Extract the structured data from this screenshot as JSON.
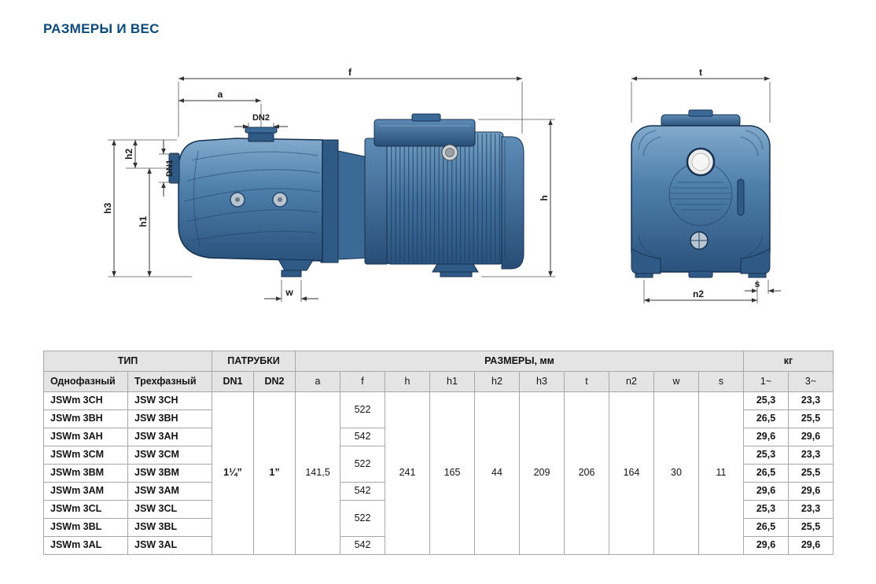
{
  "page": {
    "title": "РАЗМЕРЫ И ВЕС"
  },
  "diagram": {
    "labels": {
      "f": "f",
      "a": "a",
      "dn2": "DN2",
      "dn1": "DN1",
      "h2": "h2",
      "h1": "h1",
      "h3": "h3",
      "h": "h",
      "w": "w",
      "t": "t",
      "n2": "n2",
      "s": "s"
    }
  },
  "table": {
    "groups": {
      "tip": "ТИП",
      "patrubki": "ПАТРУБКИ",
      "razmery": "РАЗМЕРЫ, мм",
      "kg": "кг"
    },
    "headers": {
      "single": "Однофазный",
      "three": "Трехфазный",
      "dn1": "DN1",
      "dn2": "DN2",
      "a": "a",
      "f": "f",
      "h": "h",
      "h1": "h1",
      "h2": "h2",
      "h3": "h3",
      "t": "t",
      "n2": "n2",
      "w": "w",
      "s": "s",
      "kg1": "1~",
      "kg3": "3~"
    },
    "shared": {
      "dn1": "1¼”",
      "dn2": "1”",
      "a": "141,5",
      "h": "241",
      "h1": "165",
      "h2": "44",
      "h3": "209",
      "t": "206",
      "n2": "164",
      "w": "30",
      "s": "11"
    },
    "f_values": {
      "g1": "522",
      "g2": "542",
      "g3": "522",
      "g4": "542",
      "g5": "522",
      "g6": "542"
    },
    "rows": [
      {
        "single": "JSWm 3CH",
        "three": "JSW 3CH",
        "kg1": "25,3",
        "kg3": "23,3"
      },
      {
        "single": "JSWm 3BH",
        "three": "JSW 3BH",
        "kg1": "26,5",
        "kg3": "25,5"
      },
      {
        "single": "JSWm 3AH",
        "three": "JSW 3AH",
        "kg1": "29,6",
        "kg3": "29,6"
      },
      {
        "single": "JSWm 3CM",
        "three": "JSW 3CM",
        "kg1": "25,3",
        "kg3": "23,3"
      },
      {
        "single": "JSWm 3BM",
        "three": "JSW 3BM",
        "kg1": "26,5",
        "kg3": "25,5"
      },
      {
        "single": "JSWm 3AM",
        "three": "JSW 3AM",
        "kg1": "29,6",
        "kg3": "29,6"
      },
      {
        "single": "JSWm 3CL",
        "three": "JSW 3CL",
        "kg1": "25,3",
        "kg3": "23,3"
      },
      {
        "single": "JSWm 3BL",
        "three": "JSW 3BL",
        "kg1": "26,5",
        "kg3": "25,5"
      },
      {
        "single": "JSWm 3AL",
        "three": "JSW 3AL",
        "kg1": "29,6",
        "kg3": "29,6"
      }
    ]
  }
}
